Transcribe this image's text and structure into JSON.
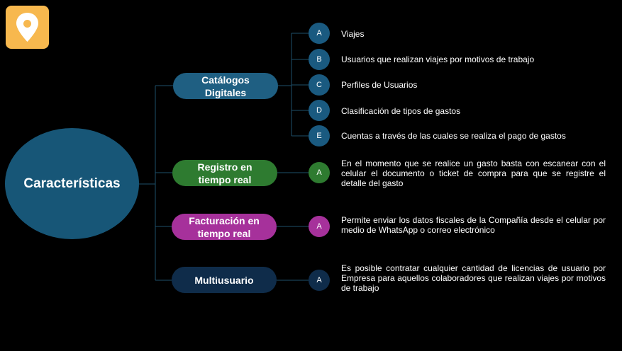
{
  "logo": {
    "icon": "map-pin-icon",
    "color": "#f7b84e"
  },
  "main": {
    "label": "Características"
  },
  "branches": [
    {
      "label_line1": "Catálogos",
      "label_line2": "Digitales",
      "color": "#1f5f82",
      "items": [
        {
          "badge": "A",
          "text": "Viajes"
        },
        {
          "badge": "B",
          "text": "Usuarios que realizan viajes por motivos de trabajo"
        },
        {
          "badge": "C",
          "text": "Perfiles de Usuarios"
        },
        {
          "badge": "D",
          "text": "Clasificación de tipos de gastos"
        },
        {
          "badge": "E",
          "text": "Cuentas a través de las cuales se realiza el pago de gastos"
        }
      ]
    },
    {
      "label_line1": "Registro en",
      "label_line2": "tiempo real",
      "color": "#2e7b30",
      "items": [
        {
          "badge": "A",
          "text": "En el momento que se realice un gasto basta con escanear con el celular el documento o ticket de compra para que se registre el detalle del gasto"
        }
      ]
    },
    {
      "label_line1": "Facturación en",
      "label_line2": "tiempo real",
      "color": "#a6319b",
      "items": [
        {
          "badge": "A",
          "text": "Permite enviar los datos fiscales de la Compañía desde el celular por medio de WhatsApp o correo electrónico"
        }
      ]
    },
    {
      "label_line1": "Multiusuario",
      "label_line2": "",
      "color": "#0f2c4a",
      "items": [
        {
          "badge": "A",
          "text": "Es posible contratar cualquier cantidad de licencias de usuario por Empresa para aquellos colaboradores que realizan viajes por motivos de trabajo"
        }
      ]
    }
  ]
}
